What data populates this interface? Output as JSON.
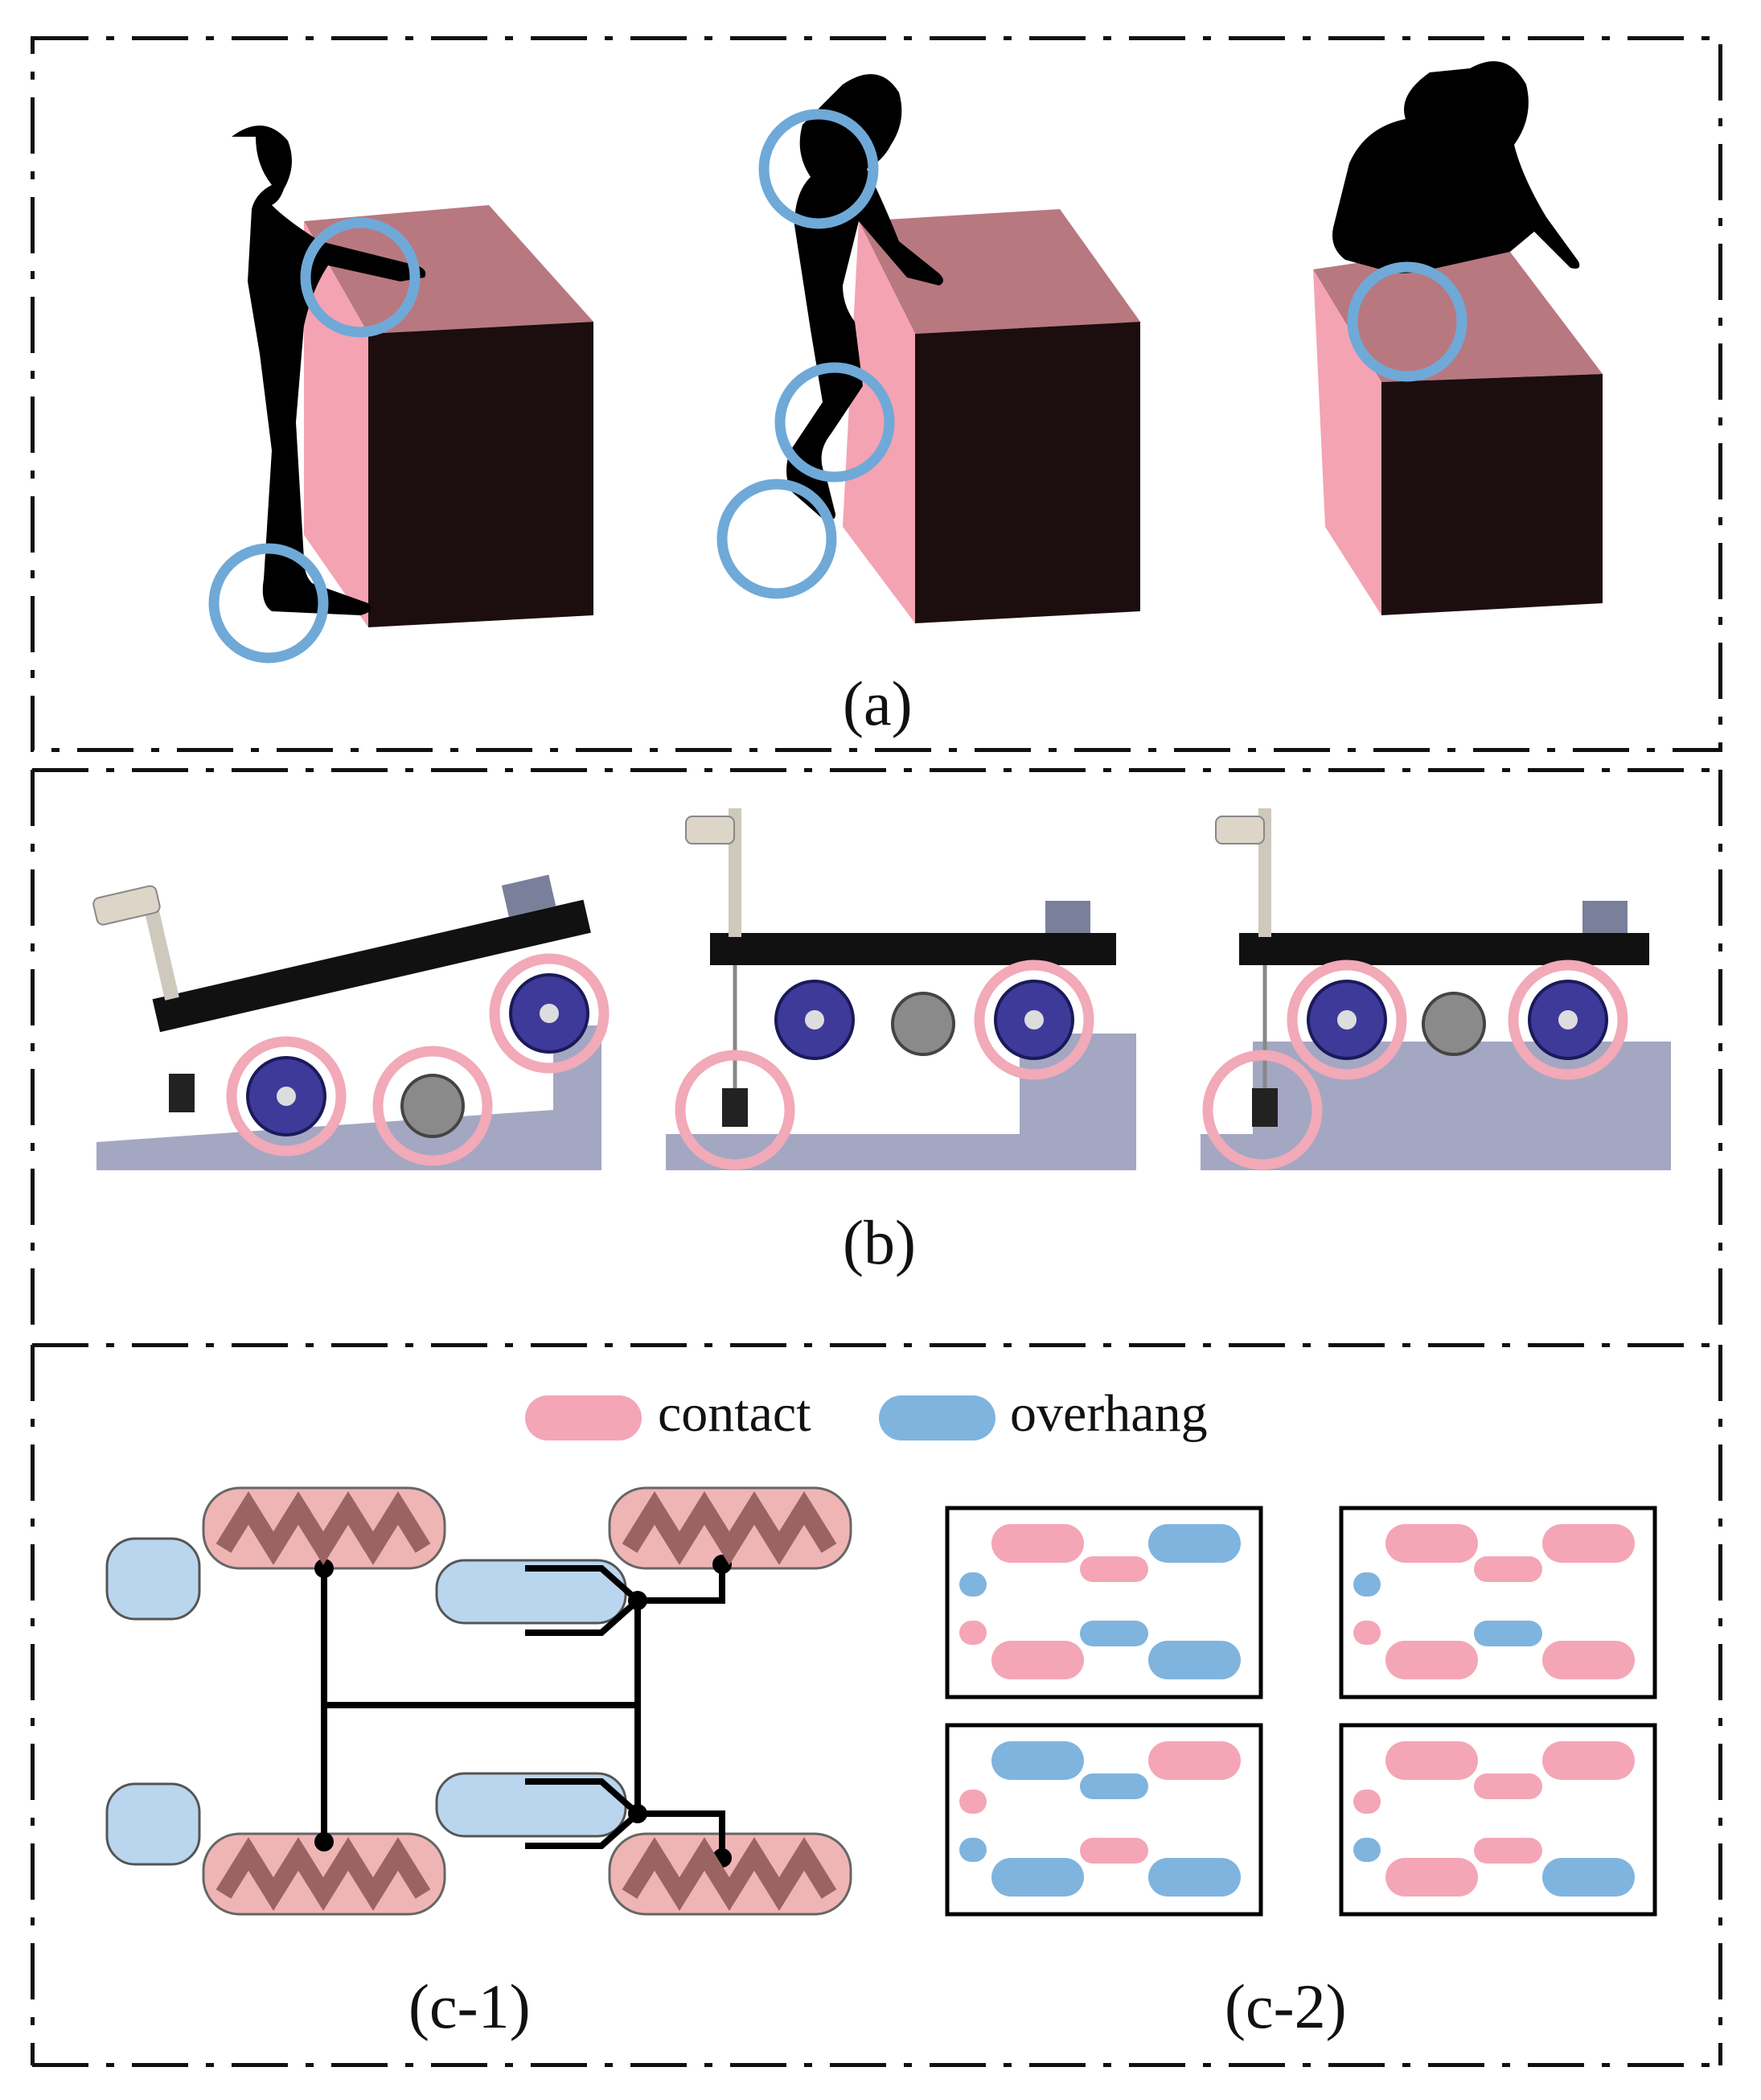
{
  "colors": {
    "contact": "#f4a6b6",
    "overhang": "#7fb4df",
    "contact_ring": "#f2a9b8",
    "overhang_ring": "#6fa9d8",
    "box_top": "#b87880",
    "box_side": "#f4a3b3",
    "box_front": "#1c0d0f",
    "ground": "#a3a7c2",
    "wheel": "#3d3a9a",
    "mecanum": "#9a6462",
    "mecanum_bg": "#efb5b5",
    "caster_bg": "#b9d6ee"
  },
  "panels": {
    "a": {
      "caption": "(a)"
    },
    "b": {
      "caption": "(b)"
    },
    "c": {
      "caption_left": "(c-1)",
      "caption_right": "(c-2)",
      "legend": [
        {
          "label": "contact",
          "color": "#f4a6b6"
        },
        {
          "label": "overhang",
          "color": "#7fb4df"
        }
      ]
    }
  }
}
